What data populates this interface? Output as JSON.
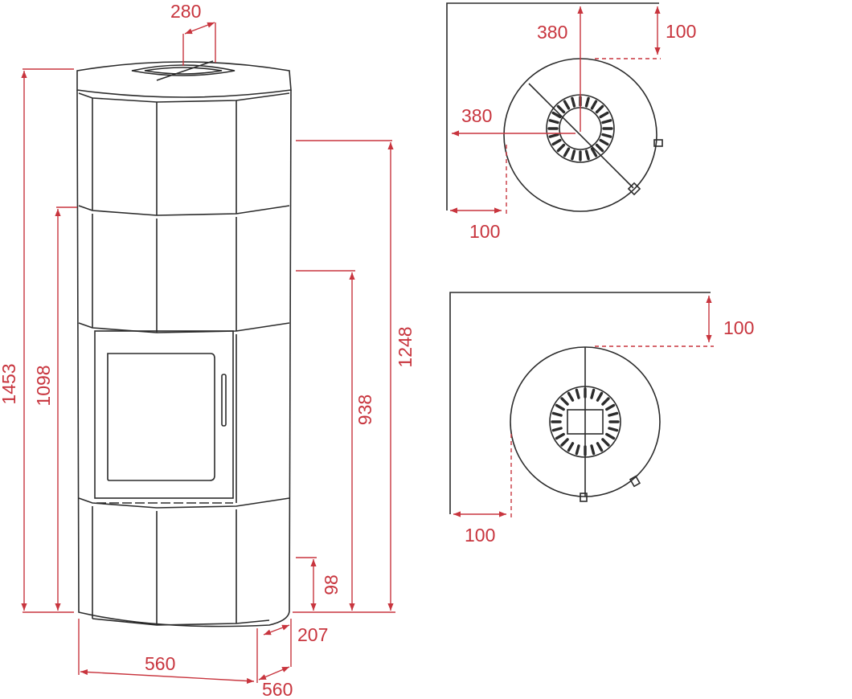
{
  "colors": {
    "dimension": "#c8353e",
    "outline": "#2b2b2b",
    "background": "#ffffff"
  },
  "front_view": {
    "flue_diameter": "280",
    "total_height": "1453",
    "height_1098": "1098",
    "height_1248": "1248",
    "height_938": "938",
    "height_98": "98",
    "offset_207": "207",
    "width": "560",
    "depth": "560"
  },
  "plan_corner": {
    "flue_offset_y": "380",
    "flue_offset_x": "380",
    "clearance_back": "100",
    "clearance_side": "100"
  },
  "plan_wall": {
    "clearance_back": "100",
    "clearance_side": "100"
  }
}
